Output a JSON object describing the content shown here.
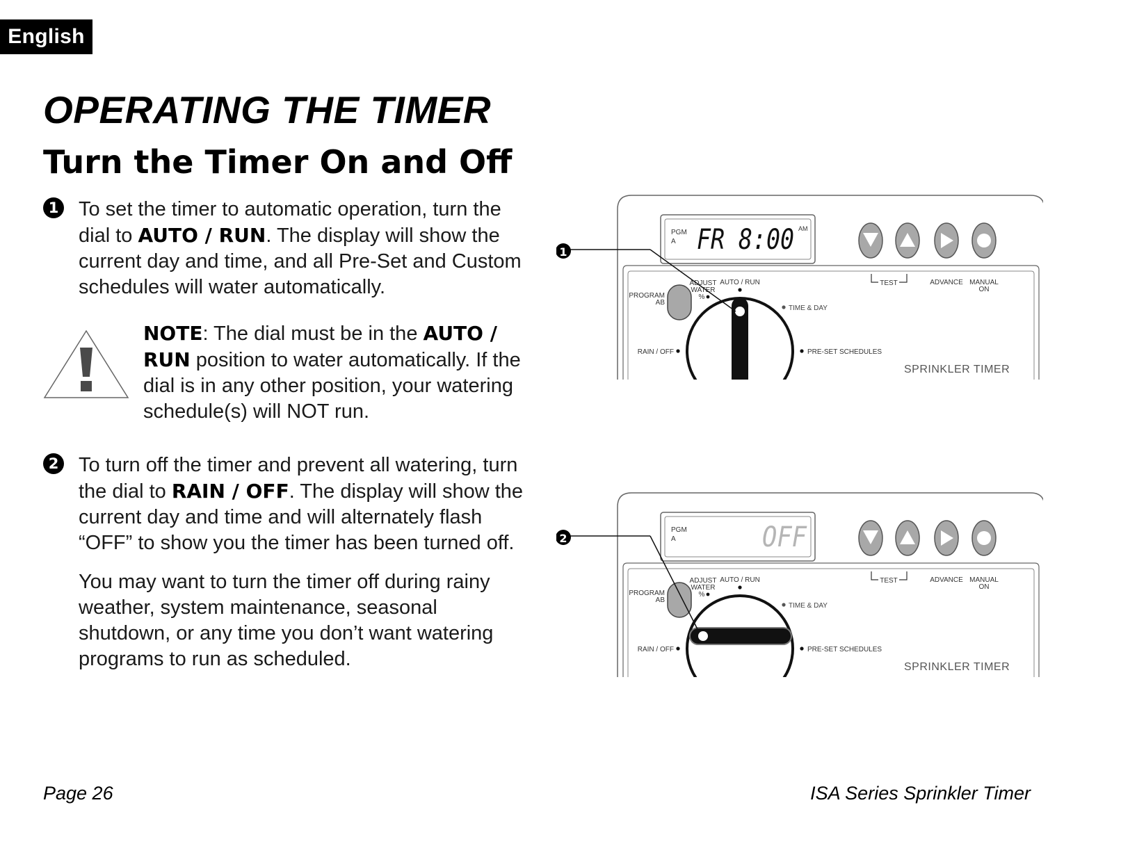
{
  "lang_tab": "English",
  "title": "OPERATING THE TIMER",
  "subtitle": "Turn the Timer On and Off",
  "step1": {
    "num": "1",
    "t1": "To set the timer to automatic operation, turn the dial to ",
    "b1": "AUTO / RUN",
    "t2": ". The display will show the current day and time, and all Pre-Set and Custom schedules will water automatically."
  },
  "note": {
    "b1": "NOTE",
    "t1": ": The dial must be in the ",
    "b2": "AUTO / RUN",
    "t2": " position to water automatically. If the dial is in any other position, your watering schedule(s) will NOT run.",
    "icon": "warning-triangle-icon"
  },
  "step2": {
    "num": "2",
    "t1": "To turn off the timer and prevent all watering, turn the dial to ",
    "b1": "RAIN / OFF",
    "t2": ". The display will show the current day and time and will alternately flash “OFF” to show you the timer has been turned off."
  },
  "para_extra": "You may want to turn the timer off during rainy weather, system maintenance, seasonal shutdown, or any time you don’t want watering programs to run as scheduled.",
  "figure1": {
    "callout": "1",
    "display_pgm": "PGM",
    "display_prog": "A",
    "display_main": "FR 8:00",
    "display_ampm": "AM",
    "label_program": "PROGRAM",
    "label_ab": "AB",
    "label_adjust": "ADJUST",
    "label_water": "WATER",
    "label_pct": "%",
    "label_auto": "AUTO / RUN",
    "label_time": "TIME & DAY",
    "label_rain": "RAIN / OFF",
    "label_preset": "PRE-SET SCHEDULES",
    "label_test": "TEST",
    "label_advance": "ADVANCE",
    "label_manual": "MANUAL",
    "label_on": "ON",
    "label_brand": "SPRINKLER TIMER"
  },
  "figure2": {
    "callout": "2",
    "display_pgm": "PGM",
    "display_prog": "A",
    "display_main": "OFF",
    "label_program": "PROGRAM",
    "label_ab": "AB",
    "label_adjust": "ADJUST",
    "label_water": "WATER",
    "label_pct": "%",
    "label_auto": "AUTO / RUN",
    "label_time": "TIME & DAY",
    "label_rain": "RAIN / OFF",
    "label_preset": "PRE-SET SCHEDULES",
    "label_test": "TEST",
    "label_advance": "ADVANCE",
    "label_manual": "MANUAL",
    "label_on": "ON",
    "label_brand": "SPRINKLER TIMER"
  },
  "footer": {
    "page": "Page 26",
    "product": "ISA Series Sprinkler Timer"
  }
}
